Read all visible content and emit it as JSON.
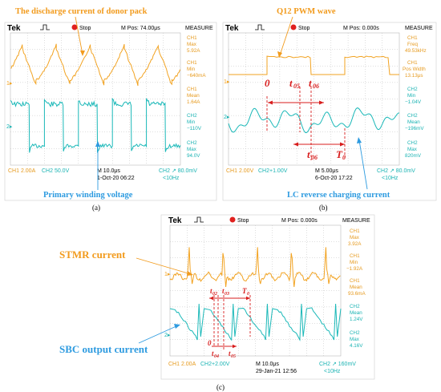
{
  "chart_data": [
    {
      "type": "line",
      "caption": "(a)",
      "header": {
        "brand": "Tek",
        "run_state": "Stop",
        "mpos": "M Pos: 74.00μs",
        "measure_title": "MEASURE"
      },
      "measurements": [
        {
          "label": "CH1",
          "stat": "Max",
          "value": "5.92A",
          "channel": "ch1"
        },
        {
          "label": "CH1",
          "stat": "Min",
          "value": "−640mA",
          "channel": "ch1"
        },
        {
          "label": "CH1",
          "stat": "Mean",
          "value": "1.64A",
          "channel": "ch1"
        },
        {
          "label": "CH2",
          "stat": "Min",
          "value": "−110V",
          "channel": "ch2"
        },
        {
          "label": "CH2",
          "stat": "Max",
          "value": "94.0V",
          "channel": "ch2"
        }
      ],
      "footer": {
        "ch1_scale": "CH1  2.00A",
        "ch2_scale": "CH2  50.0V",
        "timebase": "M 10.0μs",
        "date": "1-Oct-20 06:22",
        "trigger": "CH2 ↗ 80.0mV",
        "bw": "<10Hz"
      },
      "annotations": {
        "top": "The discharge current of donor pack",
        "bottom": "Primary winding voltage"
      },
      "series": [
        {
          "name": "The discharge current of donor pack",
          "channel": "CH1",
          "color": "#f2a322",
          "periods": 5,
          "high": 1.0,
          "low": 0.2
        },
        {
          "name": "Primary winding voltage",
          "channel": "CH2",
          "color": "#1ab8b8",
          "periods": 5,
          "high": 1.0,
          "low": -1.0
        }
      ]
    },
    {
      "type": "line",
      "caption": "(b)",
      "header": {
        "brand": "Tek",
        "run_state": "Stop",
        "mpos": "M Pos: 0.000s",
        "measure_title": "MEASURE"
      },
      "measurements": [
        {
          "label": "CH1",
          "stat": "Freq",
          "value": "49.53kHz",
          "channel": "ch1"
        },
        {
          "label": "CH1",
          "stat": "Pos Width",
          "value": "13.13μs",
          "channel": "ch1"
        },
        {
          "label": "CH2",
          "stat": "Min",
          "value": "−1.04V",
          "channel": "ch2"
        },
        {
          "label": "CH2",
          "stat": "Mean",
          "value": "−196mV",
          "channel": "ch2"
        },
        {
          "label": "CH2",
          "stat": "Max",
          "value": "820mV",
          "channel": "ch2"
        }
      ],
      "footer": {
        "ch1_scale": "CH1  2.00V",
        "ch2_scale": "CH2+1.00V",
        "timebase": "M 5.00μs",
        "date": "6-Oct-20 17:22",
        "trigger": "CH2 ↗ 80.0mV",
        "bw": "<10Hz"
      },
      "annotations": {
        "top": "Q12 PWM wave",
        "bottom": "LC reverse charging current"
      },
      "timing_labels": [
        "0",
        "t",
        "05",
        "t",
        "06",
        "t",
        "06",
        "T",
        "0"
      ],
      "series": [
        {
          "name": "Q12 PWM wave",
          "channel": "CH1",
          "color": "#f2a322",
          "periods": 2,
          "high": 1.0,
          "low": 0.0
        },
        {
          "name": "LC reverse charging current",
          "channel": "CH2",
          "color": "#1ab8b8",
          "periods": 2,
          "high": 0.82,
          "low": -1.04
        }
      ]
    },
    {
      "type": "line",
      "caption": "(c)",
      "header": {
        "brand": "Tek",
        "run_state": "Stop",
        "mpos": "M Pos: 0.000s",
        "measure_title": "MEASURE"
      },
      "measurements": [
        {
          "label": "CH1",
          "stat": "Max",
          "value": "3.92A",
          "channel": "ch1"
        },
        {
          "label": "CH1",
          "stat": "Min",
          "value": "−1.92A",
          "channel": "ch1"
        },
        {
          "label": "CH1",
          "stat": "Mean",
          "value": "93.6mA",
          "channel": "ch1"
        },
        {
          "label": "CH2",
          "stat": "Mean",
          "value": "1.24V",
          "channel": "ch2"
        },
        {
          "label": "CH2",
          "stat": "Max",
          "value": "4.16V",
          "channel": "ch2"
        }
      ],
      "footer": {
        "ch1_scale": "CH1  2.00A",
        "ch2_scale": "CH2+2.00V",
        "timebase": "M 10.0μs",
        "date": "29-Jan-21 12:56",
        "trigger": "CH2 ↗ 160mV",
        "bw": "<10Hz"
      },
      "annotations": {
        "top": "STMR current",
        "bottom": "SBC output current"
      },
      "timing_labels": [
        "t",
        "02",
        "t",
        "03",
        "T",
        "0",
        "0",
        "t",
        "04",
        "t",
        "05"
      ],
      "series": [
        {
          "name": "STMR current",
          "channel": "CH1",
          "color": "#f2a322",
          "periods": 5,
          "high": 3.92,
          "low": -1.92
        },
        {
          "name": "SBC output current",
          "channel": "CH2",
          "color": "#1ab8b8",
          "periods": 5,
          "high": 4.16,
          "low": 0.0
        }
      ]
    }
  ],
  "colors": {
    "ch1": "#f2a322",
    "ch2": "#1ab8b8",
    "stop": "#e0201e",
    "annotation_orange": "#f29b1d",
    "annotation_blue": "#2e9be0",
    "timing_red": "#d81e1e"
  }
}
